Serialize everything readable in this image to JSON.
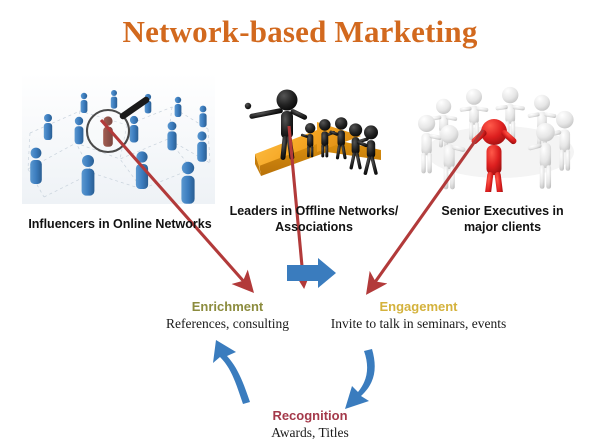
{
  "page": {
    "title": "Network-based Marketing",
    "title_color": "#D2691E",
    "background_color": "#FFFFFF"
  },
  "sources": [
    {
      "id": "influencers",
      "caption_line1": "Influencers in Online Networks",
      "caption_line2": "",
      "image_name": "online-network-people-magnifier-image",
      "image_colors": {
        "figures": "#3C7DBF",
        "highlighted_figure": "#7A2B22",
        "ground": "#F2F5F8"
      }
    },
    {
      "id": "leaders",
      "caption_line1": "Leaders in Offline Networks/",
      "caption_line2": "Associations",
      "image_name": "leader-with-followers-on-arrow-image",
      "image_colors": {
        "figures": "#1C1C1C",
        "arrow": "#F5A623"
      }
    },
    {
      "id": "executives",
      "caption_line1": "Senior Executives in",
      "caption_line2": "major clients",
      "image_name": "circle-of-people-with-red-leader-image",
      "image_colors": {
        "figures": "#E3E3E3",
        "highlighted_figure": "#DD1F1F"
      }
    }
  ],
  "stages": [
    {
      "id": "enrichment",
      "title": "Enrichment",
      "description": "References, consulting",
      "color": "#8C8C3E"
    },
    {
      "id": "engagement",
      "title": "Engagement",
      "description": "Invite to talk in seminars, events",
      "color": "#D4B23C"
    },
    {
      "id": "recognition",
      "title": "Recognition",
      "description": "Awards, Titles",
      "color": "#A4394A"
    }
  ],
  "connectors": {
    "source_arrow_color": "#B23A3A",
    "flow_arrow_color": "#3A7CBE",
    "items": [
      {
        "name": "influencers-to-enrichment-arrow",
        "from": "influencers",
        "to": "enrichment",
        "style": "straight",
        "color": "#B23A3A"
      },
      {
        "name": "leaders-to-enrichment-arrow",
        "from": "leaders",
        "to": "enrichment",
        "style": "straight",
        "color": "#B23A3A"
      },
      {
        "name": "executives-to-engagement-arrow",
        "from": "executives",
        "to": "engagement",
        "style": "straight",
        "color": "#B23A3A"
      },
      {
        "name": "enrichment-to-engagement-arrow",
        "from": "enrichment",
        "to": "engagement",
        "style": "block-right",
        "color": "#3A7CBE"
      },
      {
        "name": "engagement-to-recognition-arrow",
        "from": "engagement",
        "to": "recognition",
        "style": "curved-down",
        "color": "#3A7CBE"
      },
      {
        "name": "recognition-to-enrichment-arrow",
        "from": "recognition",
        "to": "enrichment",
        "style": "curved-up",
        "color": "#3A7CBE"
      }
    ]
  }
}
